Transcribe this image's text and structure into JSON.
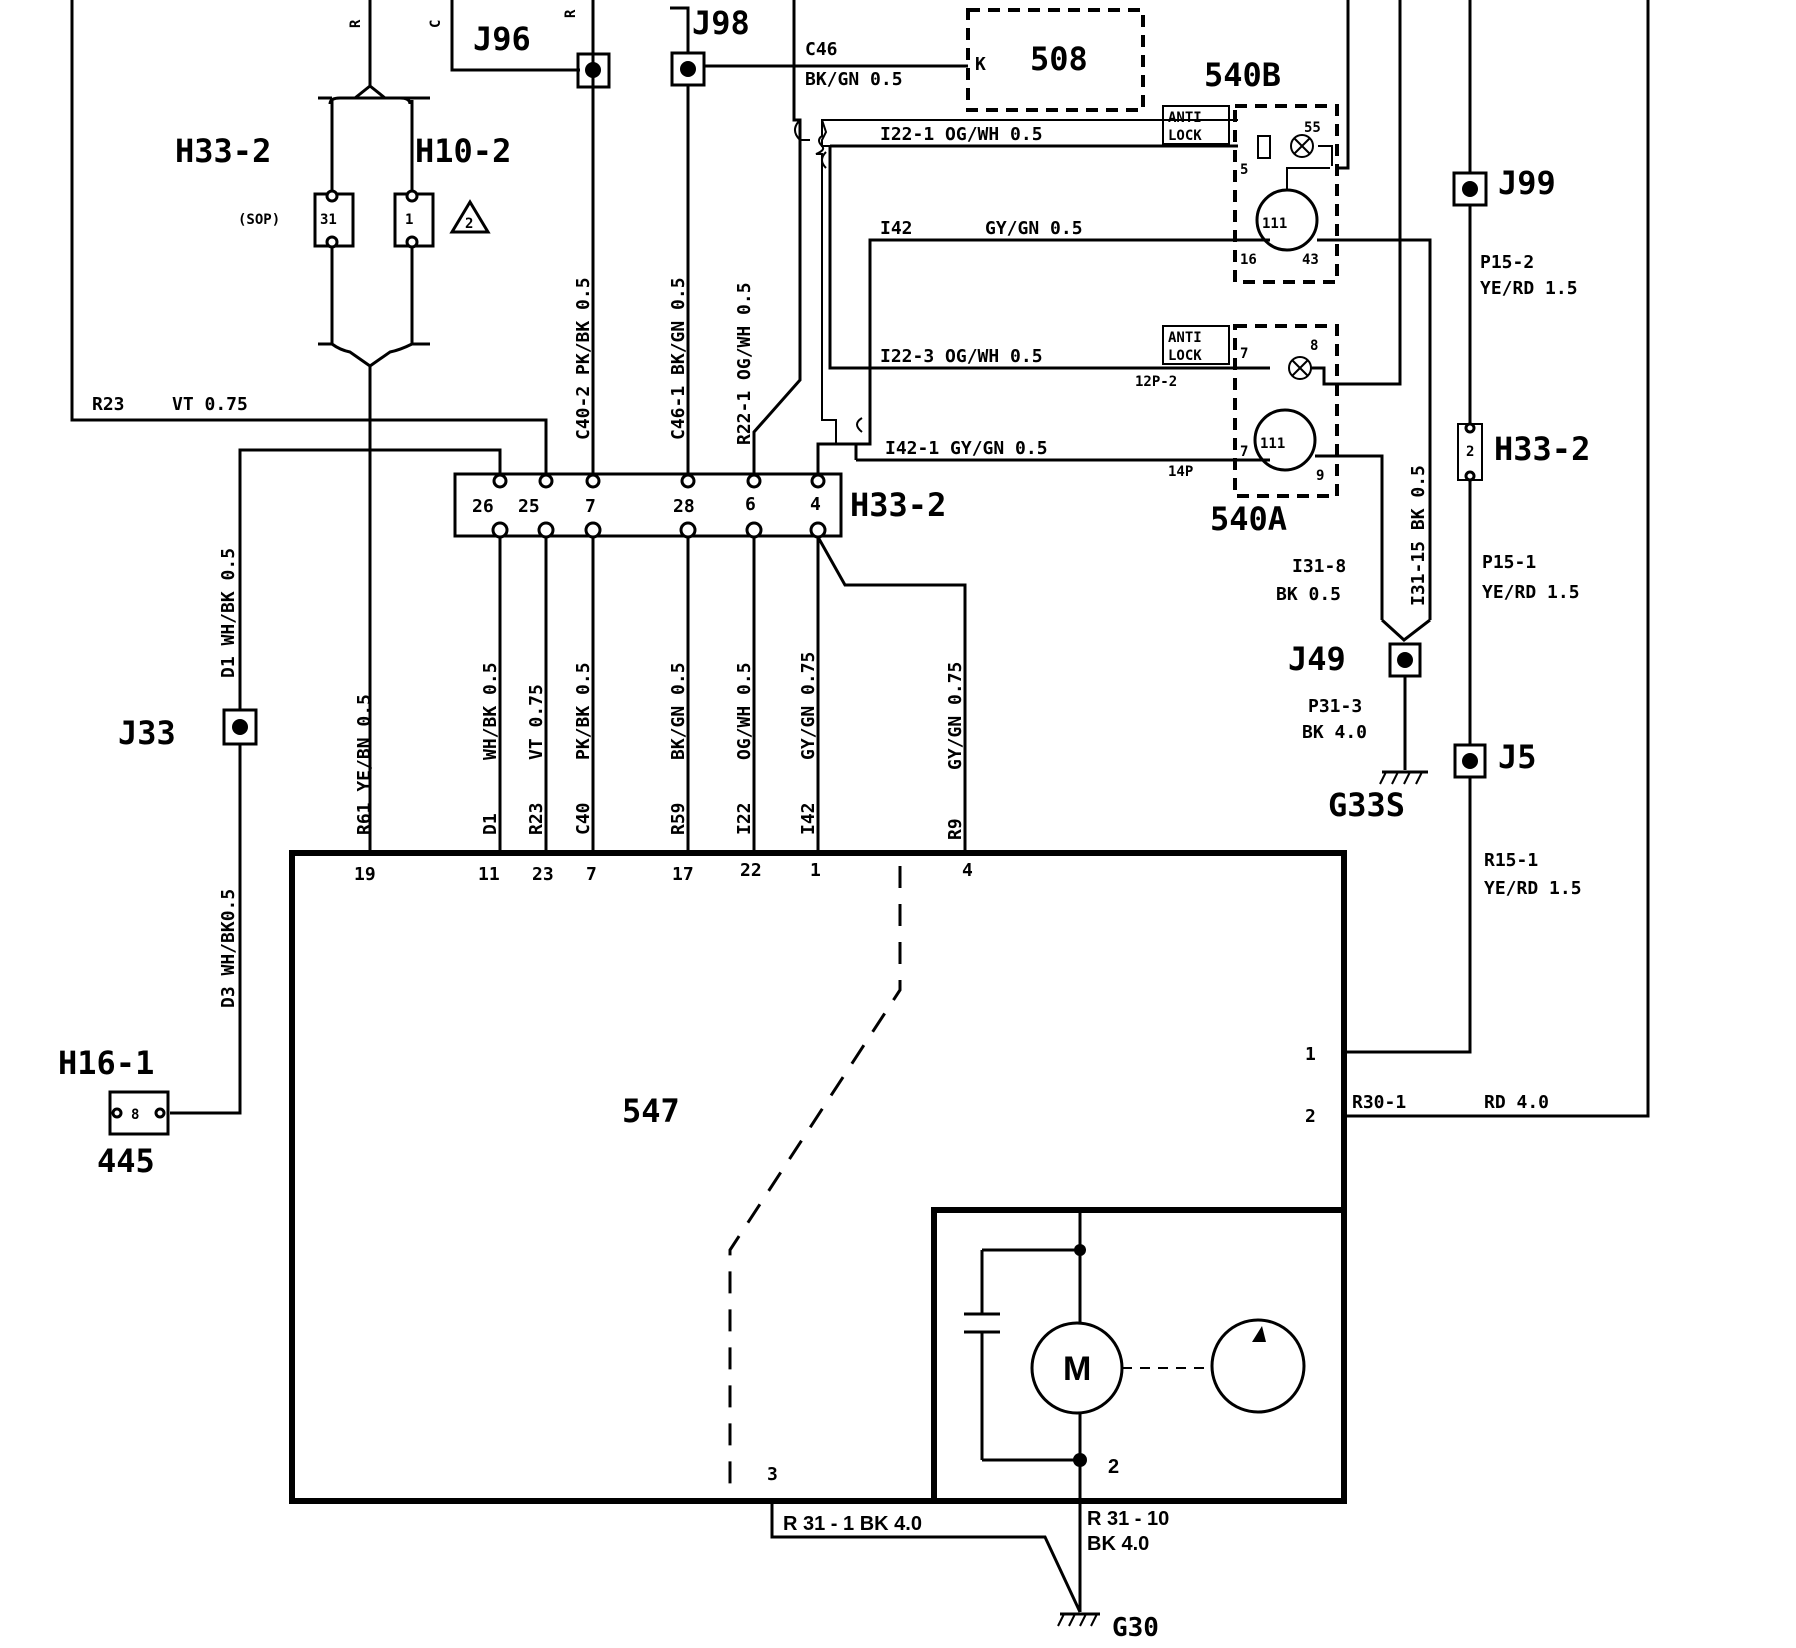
{
  "components": {
    "c547": "547",
    "c508": "508",
    "c540A": "540A",
    "c540B": "540B",
    "c445": "445",
    "c111a": "111",
    "c111b": "111",
    "motor": "M",
    "anti_lock_1a": "ANTI",
    "anti_lock_1b": "LOCK",
    "anti_lock_2a": "ANTI",
    "anti_lock_2b": "LOCK",
    "sop": "(SOP)"
  },
  "connectors": {
    "J96": "J96",
    "J98": "J98",
    "J99": "J99",
    "J33": "J33",
    "J49": "J49",
    "J5": "J5",
    "H33_2_top": "H33-2",
    "H10_2": "H10-2",
    "H33_2_main": "H33-2",
    "H33_2_right": "H33-2",
    "H16_1": "H16-1",
    "G33S": "G33S",
    "G30": "G30",
    "warn": "2"
  },
  "h33_pins": [
    "26",
    "25",
    "7",
    "28",
    "6",
    "4"
  ],
  "wires": {
    "top_R": "R",
    "top_C": "C",
    "top_R2": "R",
    "C46": "C46",
    "C46_color": "BK/GN 0.5",
    "K": "K",
    "I22_1": "I22-1 OG/WH 0.5",
    "I42": "I42",
    "I42_color": "GY/GN 0.5",
    "I22_3": "I22-3 OG/WH 0.5",
    "I42_1": "I42-1 GY/GN 0.5",
    "R23": "R23",
    "R23_color": "VT 0.75",
    "C40_2": "C40-2 PK/BK 0.5",
    "C46_1": "C46-1 BK/GN 0.5",
    "R22_1": "R22-1 OG/WH 0.5",
    "D1_top": "D1 WH/BK 0.5",
    "D3": "D3 WH/BK0.5",
    "R61": "R61 YE/BN 0.5",
    "D1": "D1",
    "D1_color": "WH/BK 0.5",
    "R23b": "R23",
    "R23b_color": "VT 0.75",
    "C40": "C40",
    "C40_color": "PK/BK 0.5",
    "R59": "R59",
    "R59_color": "BK/GN 0.5",
    "I22": "I22",
    "I22_color": "OG/WH 0.5",
    "I42b": "I42",
    "I42b_color": "GY/GN 0.75",
    "R9": "R9",
    "R9_color": "GY/GN 0.75",
    "P15_2": "P15-2",
    "P15_2_color": "YE/RD 1.5",
    "P15_1": "P15-1",
    "P15_1_color": "YE/RD 1.5",
    "R15_1": "R15-1",
    "R15_1_color": "YE/RD 1.5",
    "I31_8": "I31-8",
    "I31_8_color": "BK 0.5",
    "I31_15": "I31-15 BK 0.5",
    "P31_3": "P31-3",
    "P31_3_color": "BK 4.0",
    "R30_1": "R30-1",
    "R30_1_color": "RD 4.0",
    "R31_1": "R 31 - 1 BK 4.0",
    "R31_10": "R 31 - 10",
    "R31_10_color": "BK 4.0"
  },
  "pins": {
    "p19": "19",
    "p11": "11",
    "p23": "23",
    "p7": "7",
    "p17": "17",
    "p22": "22",
    "p1": "1",
    "p4": "4",
    "r1": "1",
    "r2": "2",
    "p3": "3",
    "m2": "2",
    "b55": "55",
    "b5": "5",
    "b16": "16",
    "b43": "43",
    "a7": "7",
    "a8": "8",
    "a7b": "7",
    "a9": "9",
    "a12P2": "12P-2",
    "a14P": "14P",
    "h31": "31",
    "h1": "1",
    "h16p8": "8",
    "h33r2": "2"
  }
}
